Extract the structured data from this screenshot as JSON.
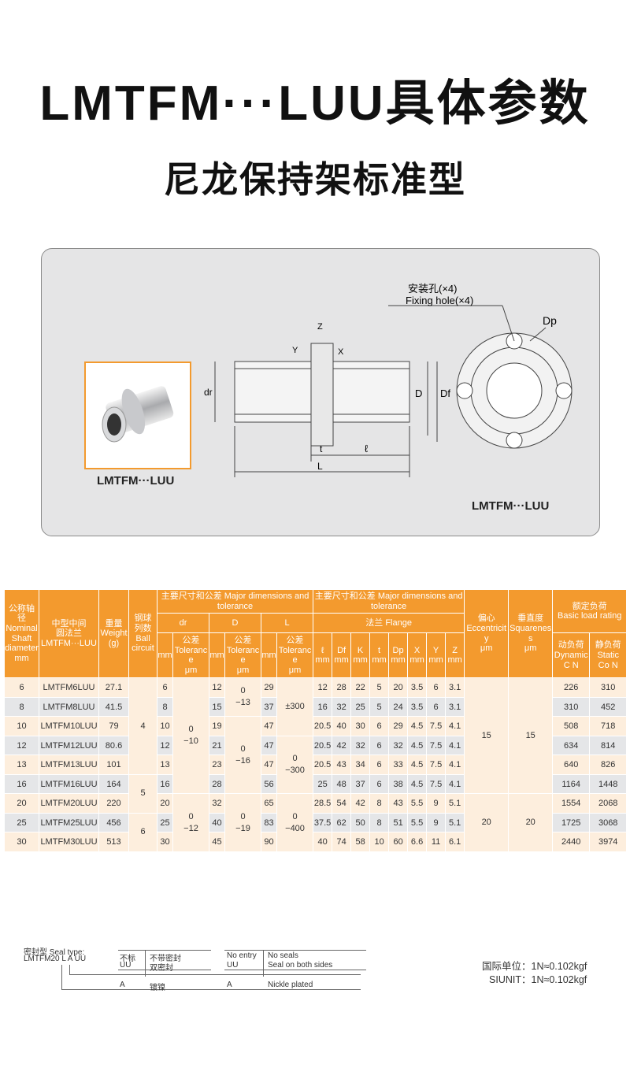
{
  "title": "LMTFM···LUU具体参数",
  "subtitle": "尼龙保持架标准型",
  "diagram": {
    "photo_caption": "LMTFM···LUU",
    "drawing_caption": "LMTFM···LUU",
    "hole_cn": "安装孔(×4)",
    "hole_en": "Fixing hole(×4)",
    "labels": {
      "Dp": "Dp",
      "Z": "Z",
      "Y": "Y",
      "X": "X",
      "dr": "dr",
      "D": "D",
      "Df": "Df",
      "t": "t",
      "l": "ℓ",
      "L": "L"
    }
  },
  "table": {
    "head": {
      "nominal": [
        "公称轴径",
        "Nominal",
        "Shaft",
        "diameter",
        "mm"
      ],
      "model": [
        "中型中间",
        "圆法兰",
        "LMTFM···LUU"
      ],
      "weight": [
        "重量",
        "Weight",
        "(g)"
      ],
      "ball": [
        "钢球",
        "列数",
        "Ball",
        "circuit"
      ],
      "major": "主要尺寸和公差  Major dimensions and tolerance",
      "dr": "dr",
      "D": "D",
      "L": "L",
      "mm": "mm",
      "tol": [
        "公差",
        "Tolerance",
        "μm"
      ],
      "flange": "法兰  Flange",
      "flange_cols": [
        "ℓ",
        "Df",
        "K",
        "t",
        "Dp",
        "X",
        "Y",
        "Z"
      ],
      "ecc": [
        "偏心",
        "Eccentricity",
        "μm"
      ],
      "sq": [
        "垂直度",
        "Squareness",
        "μm"
      ],
      "load": [
        "额定负荷",
        "Basic load rating"
      ],
      "dyn": [
        "动负荷",
        "Dynamic",
        "C N"
      ],
      "stat": [
        "静负荷",
        "Static",
        "Co N"
      ]
    },
    "rows": [
      [
        "6",
        "LMTFM6LUU",
        "27.1",
        "6",
        "12",
        "29",
        "12",
        "28",
        "22",
        "5",
        "20",
        "3.5",
        "6",
        "3.1",
        "226",
        "310"
      ],
      [
        "8",
        "LMTFM8LUU",
        "41.5",
        "8",
        "15",
        "37",
        "16",
        "32",
        "25",
        "5",
        "24",
        "3.5",
        "6",
        "3.1",
        "310",
        "452"
      ],
      [
        "10",
        "LMTFM10LUU",
        "79",
        "10",
        "19",
        "47",
        "20.5",
        "40",
        "30",
        "6",
        "29",
        "4.5",
        "7.5",
        "4.1",
        "508",
        "718"
      ],
      [
        "12",
        "LMTFM12LUU",
        "80.6",
        "12",
        "21",
        "47",
        "20.5",
        "42",
        "32",
        "6",
        "32",
        "4.5",
        "7.5",
        "4.1",
        "634",
        "814"
      ],
      [
        "13",
        "LMTFM13LUU",
        "101",
        "13",
        "23",
        "47",
        "20.5",
        "43",
        "34",
        "6",
        "33",
        "4.5",
        "7.5",
        "4.1",
        "640",
        "826"
      ],
      [
        "16",
        "LMTFM16LUU",
        "164",
        "16",
        "28",
        "56",
        "25",
        "48",
        "37",
        "6",
        "38",
        "4.5",
        "7.5",
        "4.1",
        "1164",
        "1448"
      ],
      [
        "20",
        "LMTFM20LUU",
        "220",
        "20",
        "32",
        "65",
        "28.5",
        "54",
        "42",
        "8",
        "43",
        "5.5",
        "9",
        "5.1",
        "1554",
        "2068"
      ],
      [
        "25",
        "LMTFM25LUU",
        "456",
        "25",
        "40",
        "83",
        "37.5",
        "62",
        "50",
        "8",
        "51",
        "5.5",
        "9",
        "5.1",
        "1725",
        "3068"
      ],
      [
        "30",
        "LMTFM30LUU",
        "513",
        "30",
        "45",
        "90",
        "40",
        "74",
        "58",
        "10",
        "60",
        "6.6",
        "11",
        "6.1",
        "2440",
        "3974"
      ]
    ],
    "ball_groups": [
      {
        "text": "4",
        "rows": 5
      },
      {
        "text": "5",
        "rows": 2
      },
      {
        "text": "6",
        "rows": 2
      }
    ],
    "dr_tol_groups": [
      {
        "text": "0\n−10",
        "rows": 6
      },
      {
        "text": "0\n−12",
        "rows": 3
      }
    ],
    "D_tol_groups": [
      {
        "text": "0\n−13",
        "rows": 2
      },
      {
        "text": "0\n−16",
        "rows": 4
      },
      {
        "text": "0\n−19",
        "rows": 3
      }
    ],
    "L_tol_groups": [
      {
        "text": "±300",
        "rows": 3
      },
      {
        "text": "0\n−300",
        "rows": 3
      },
      {
        "text": "0\n−400",
        "rows": 3
      }
    ],
    "ecc_groups": [
      {
        "text": "15",
        "rows": 6
      },
      {
        "text": "20",
        "rows": 3
      }
    ],
    "sq_groups": [
      {
        "text": "15",
        "rows": 6
      },
      {
        "text": "20",
        "rows": 3
      }
    ]
  },
  "seal": {
    "title": "密封型 Seal type:",
    "code": "LMTFM20 L A UU",
    "rows": [
      [
        "不标",
        "不带密封",
        "No entry",
        "No seals"
      ],
      [
        "UU",
        "双密封",
        "UU",
        "Seal on both sides"
      ],
      [
        "A",
        "镀镍",
        "A",
        "Nickle plated"
      ]
    ]
  },
  "units": [
    "国际单位：1N≈0.102kgf",
    "SIUNIT：1N≈0.102kgf"
  ],
  "colors": {
    "header": "#f39a2e",
    "row_light": "#fdeedd",
    "row_gray": "#e5e6e8"
  }
}
